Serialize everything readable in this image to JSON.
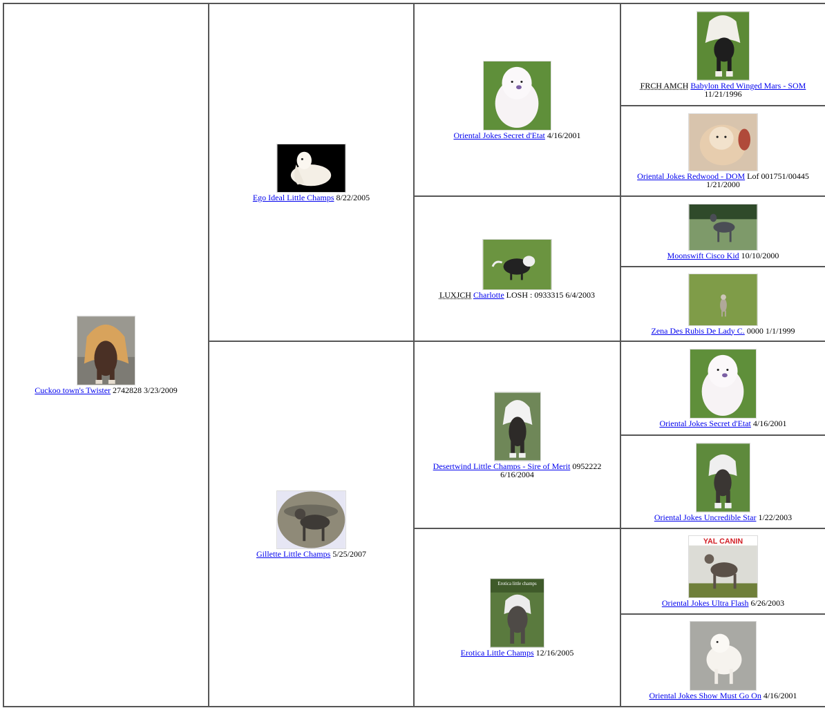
{
  "pedigree": {
    "gen1": {
      "dog": {
        "name": "Cuckoo town's Twister",
        "suffix": "2742828 3/23/2009",
        "photo": "crested-dog-photo"
      }
    },
    "gen2": [
      {
        "dog": {
          "name": "Ego Ideal Little Champs",
          "suffix": "8/22/2005",
          "photo": "crested-dog-photo"
        }
      },
      {
        "dog": {
          "name": "Gillette Little Champs",
          "suffix": "5/25/2007",
          "photo": "crested-dog-photo"
        }
      }
    ],
    "gen3": [
      {
        "dog": {
          "name": "Oriental Jokes Secret d'Etat",
          "suffix": "4/16/2001",
          "photo": "powderpuff-dog-photo"
        }
      },
      {
        "dog": {
          "title": "LUXJCH",
          "name": "Charlotte",
          "suffix": "LOSH : 0933315 6/4/2003",
          "photo": "crested-dog-photo"
        }
      },
      {
        "dog": {
          "name": "Desertwind Little Champs - Sire of Merit",
          "suffix": "0952222 6/16/2004",
          "photo": "crested-dog-photo"
        }
      },
      {
        "dog": {
          "name": "Erotica Little Champs",
          "suffix": "12/16/2005",
          "photo": "crested-dog-photo",
          "photo_text": "Erotica  little champs"
        }
      }
    ],
    "gen4": [
      {
        "dog": {
          "title": "FRCH AMCH",
          "name": "Babylon Red Winged Mars - SOM",
          "suffix": "11/21/1996",
          "photo": "crested-dog-photo"
        }
      },
      {
        "dog": {
          "name": "Oriental Jokes Redwood - DOM",
          "suffix": "Lof 001751/00445 1/21/2000",
          "photo": "powderpuff-dog-photo"
        }
      },
      {
        "dog": {
          "name": "Moonswift Cisco Kid",
          "suffix": "10/10/2000",
          "photo": "crested-dog-photo"
        }
      },
      {
        "dog": {
          "name": "Zena Des Rubis De Lady C.",
          "suffix": "0000 1/1/1999",
          "photo": "crested-dog-photo"
        }
      },
      {
        "dog": {
          "name": "Oriental Jokes Secret d'Etat",
          "suffix": "4/16/2001",
          "photo": "powderpuff-dog-photo"
        }
      },
      {
        "dog": {
          "name": "Oriental Jokes Uncredible Star",
          "suffix": "1/22/2003",
          "photo": "crested-dog-photo"
        }
      },
      {
        "dog": {
          "name": "Oriental Jokes Ultra Flash",
          "suffix": "6/26/2003",
          "photo": "crested-dog-photo",
          "photo_text": "YAL CANIN"
        }
      },
      {
        "dog": {
          "name": "Oriental Jokes Show Must Go On",
          "suffix": "4/16/2001",
          "photo": "powderpuff-dog-photo"
        }
      }
    ]
  },
  "colors": {
    "link": "#0000ee",
    "border": "#555555",
    "grass": "#5f8f3a",
    "dark_bg": "#000000"
  }
}
